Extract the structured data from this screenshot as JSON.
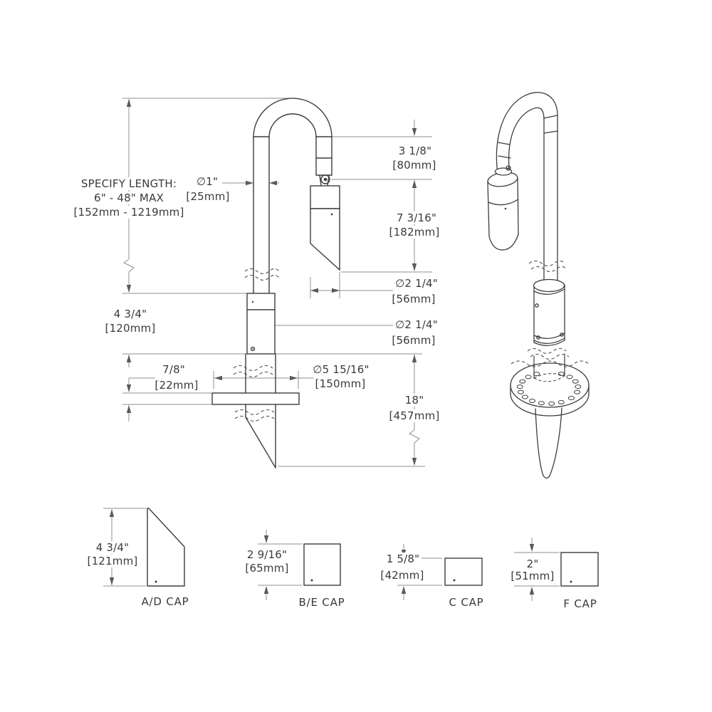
{
  "drawing_type": "fixture-dimension-drawing",
  "colors": {
    "background": "#ffffff",
    "geometry_line": "#3d3d3d",
    "dimension_line": "#8f8f8f",
    "text": "#3a3a3a"
  },
  "main_view": {
    "specify_length": {
      "line1": "SPECIFY LENGTH:",
      "line2": "6\" - 48\" MAX",
      "line3": "[152mm - 1219mm]"
    },
    "post_diameter": {
      "in": "∅1\"",
      "mm": "[25mm]"
    },
    "bend_height": {
      "in": "3 1/8\"",
      "mm": "[80mm]"
    },
    "head_length": {
      "in": "7 3/16\"",
      "mm": "[182mm]"
    },
    "head_diameter": {
      "in": "∅2 1/4\"",
      "mm": "[56mm]"
    },
    "body_diameter": {
      "in": "∅2 1/4\"",
      "mm": "[56mm]"
    },
    "body_height": {
      "in": "4 3/4\"",
      "mm": "[120mm]"
    },
    "flange_thickness": {
      "in": "7/8\"",
      "mm": "[22mm]"
    },
    "flange_diameter": {
      "in": "∅5 15/16\"",
      "mm": "[150mm]"
    },
    "burial_depth": {
      "in": "18\"",
      "mm": "[457mm]"
    }
  },
  "caps": [
    {
      "label": "A/D CAP",
      "in": "4 3/4\"",
      "mm": "[121mm]"
    },
    {
      "label": "B/E CAP",
      "in": "2 9/16\"",
      "mm": "[65mm]"
    },
    {
      "label": "C CAP",
      "in": "1 5/8\"",
      "mm": "[42mm]"
    },
    {
      "label": "F CAP",
      "in": "2\"",
      "mm": "[51mm]"
    }
  ]
}
